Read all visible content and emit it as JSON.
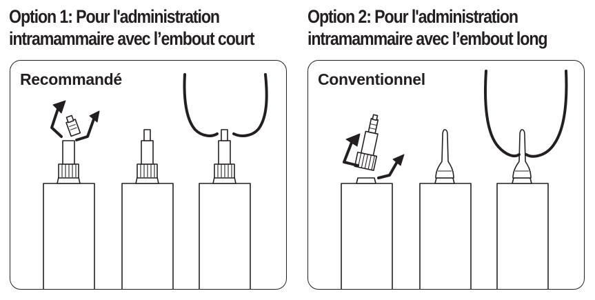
{
  "option1": {
    "title_line1": "Option 1: Pour l'administration",
    "title_line2": "intramammaire avec l’embout court",
    "label": "Recommandé"
  },
  "option2": {
    "title_line1": "Option 2: Pour l'administration",
    "title_line2": "intramammaire avec l’embout long",
    "label": "Conventionnel"
  },
  "colors": {
    "ink": "#231f20",
    "background": "#ffffff"
  },
  "icons": [
    "rotate-arrow-icon",
    "udder-teat-icon"
  ]
}
